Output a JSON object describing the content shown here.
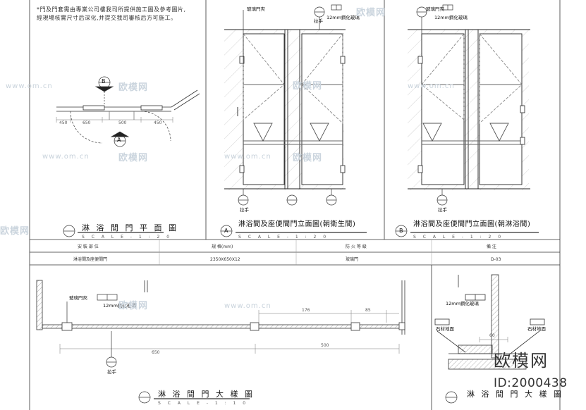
{
  "notes": {
    "line1": "*門及門套需由專業公司樓我司所提供施工圖及參考圖片,",
    "line2": "經現場核實尺寸后深化,并提交我司審核后方可施工。"
  },
  "views": {
    "plan": {
      "title": "淋 浴 間 門 平 面 圖",
      "scale": "S C A L E  -  1 : 2 0",
      "section_b": "B",
      "section_a": "A",
      "dims": [
        "450",
        "650",
        "500",
        "450"
      ]
    },
    "elev1": {
      "title": "淋浴間及座便間門立面圖(朝衛生間)",
      "scale": "S C A L E  -  1 : 2 0",
      "circle_id": "A",
      "label_clip": "玻璃門夾",
      "label_glass": "12mm鋼化玻璃",
      "label_handle": "拉手",
      "label_handle_bottom": "拉手"
    },
    "elev2": {
      "title": "淋浴間及座便間門立面圖(朝淋浴間)",
      "scale": "S C A L E  -  1 : 2 0",
      "circle_id": "B",
      "label_clip": "玻璃門夾",
      "label_glass": "12mm鋼化玻璃",
      "label_handle": "拉手"
    },
    "detail1": {
      "title": "淋 浴 間 門 大 樣 圖",
      "scale": "S C A L E  -  1 : 1 0",
      "label_clip": "玻璃門夾",
      "label_glass": "12mm鋼化玻璃",
      "label_handle": "拉手",
      "dims": [
        "650",
        "500",
        "176",
        "85"
      ]
    },
    "detail2": {
      "title": "淋 浴 間 門 大 樣 圖",
      "label_glass": "12mm鋼化玻璃",
      "label_stone_floor": "石材地面",
      "label_stone_floor2": "石材地面",
      "dim": "60"
    }
  },
  "schedule": {
    "headers": [
      "安 裝 部 位",
      "規  格(mm)",
      "防 火 等 級",
      "備  注"
    ],
    "row": [
      "淋浴間及座便間門",
      "2350X650X12",
      "玻璃門",
      "D-03"
    ]
  },
  "watermark": {
    "site": "www.om.cn",
    "brand_text": "欧模网",
    "brand_large": "欧模网",
    "id_text": "ID:2000438"
  }
}
